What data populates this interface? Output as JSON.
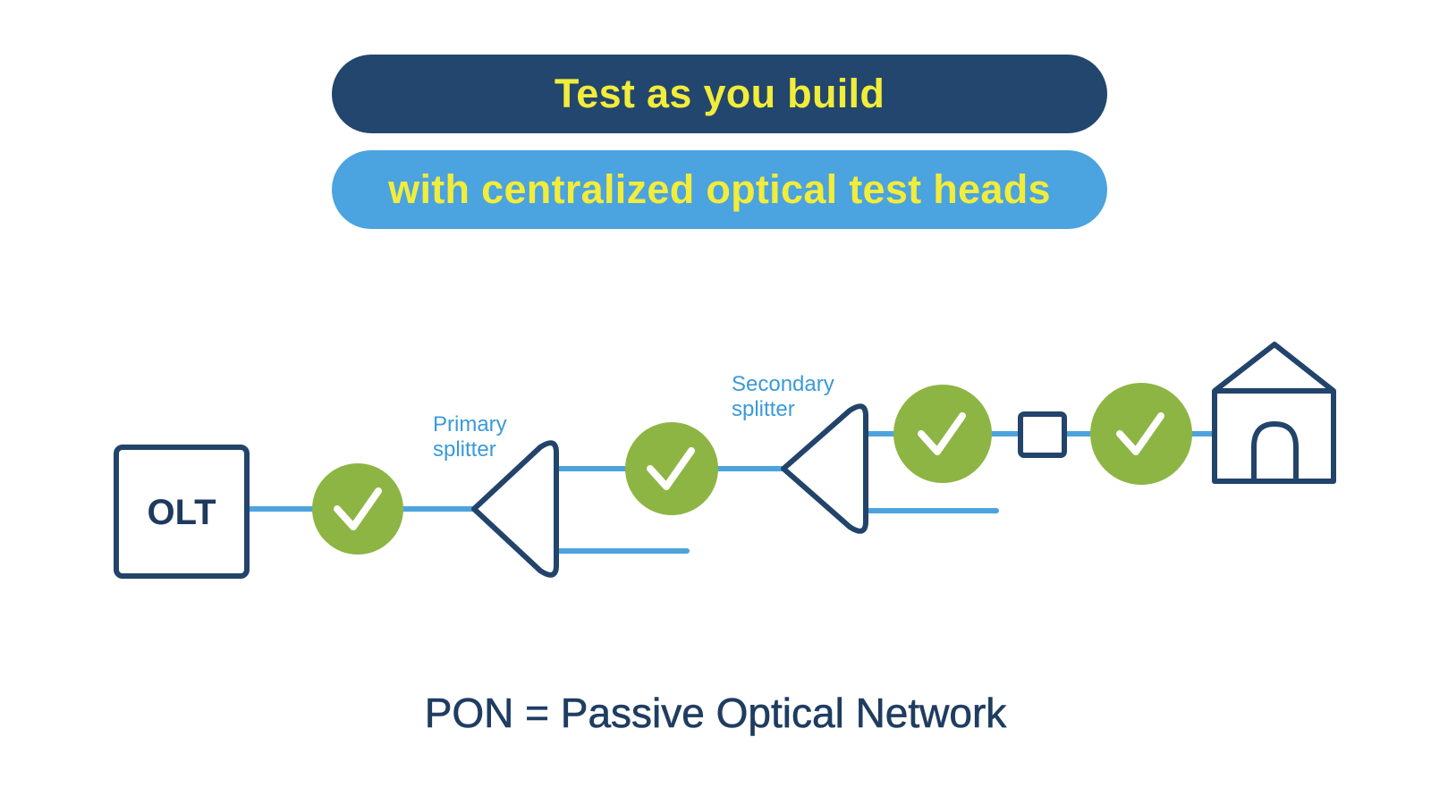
{
  "header": {
    "title": "Test as you build",
    "subtitle": "with centralized optical test heads"
  },
  "diagram": {
    "olt_label": "OLT",
    "primary_splitter_label": [
      "Primary",
      "splitter"
    ],
    "secondary_splitter_label": [
      "Secondary",
      "splitter"
    ],
    "check_count": 4,
    "icons": [
      "olt-box-icon",
      "check-icon",
      "splitter-icon",
      "terminal-box-icon",
      "house-icon"
    ]
  },
  "footer": {
    "caption": "PON = Passive Optical Network"
  },
  "colors": {
    "dark_blue": "#22466d",
    "light_blue": "#4ba3e0",
    "yellow_text": "#f2ec3a",
    "fiber": "#4da3dd",
    "check_green": "#8db543",
    "outline": "#22446b"
  }
}
